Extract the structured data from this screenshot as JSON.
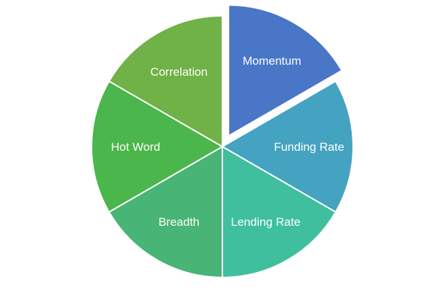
{
  "chart_data": {
    "type": "pie",
    "title": "",
    "legend": "none",
    "label_position": "inside",
    "label_color": "#ffffff",
    "direction": "clockwise",
    "start_angle": "12-o'clock",
    "slices": [
      {
        "label": "Momentum",
        "value": 16.67,
        "color": "#4A76C8",
        "exploded": true
      },
      {
        "label": "Funding Rate",
        "value": 16.67,
        "color": "#44A3C0",
        "exploded": false
      },
      {
        "label": "Lending Rate",
        "value": 16.67,
        "color": "#3FBF9E",
        "exploded": false
      },
      {
        "label": "Breadth",
        "value": 16.67,
        "color": "#48B475",
        "exploded": false
      },
      {
        "label": "Hot Word",
        "value": 16.67,
        "color": "#4BB64B",
        "exploded": false
      },
      {
        "label": "Correlation",
        "value": 16.67,
        "color": "#70B148",
        "exploded": false
      }
    ]
  }
}
